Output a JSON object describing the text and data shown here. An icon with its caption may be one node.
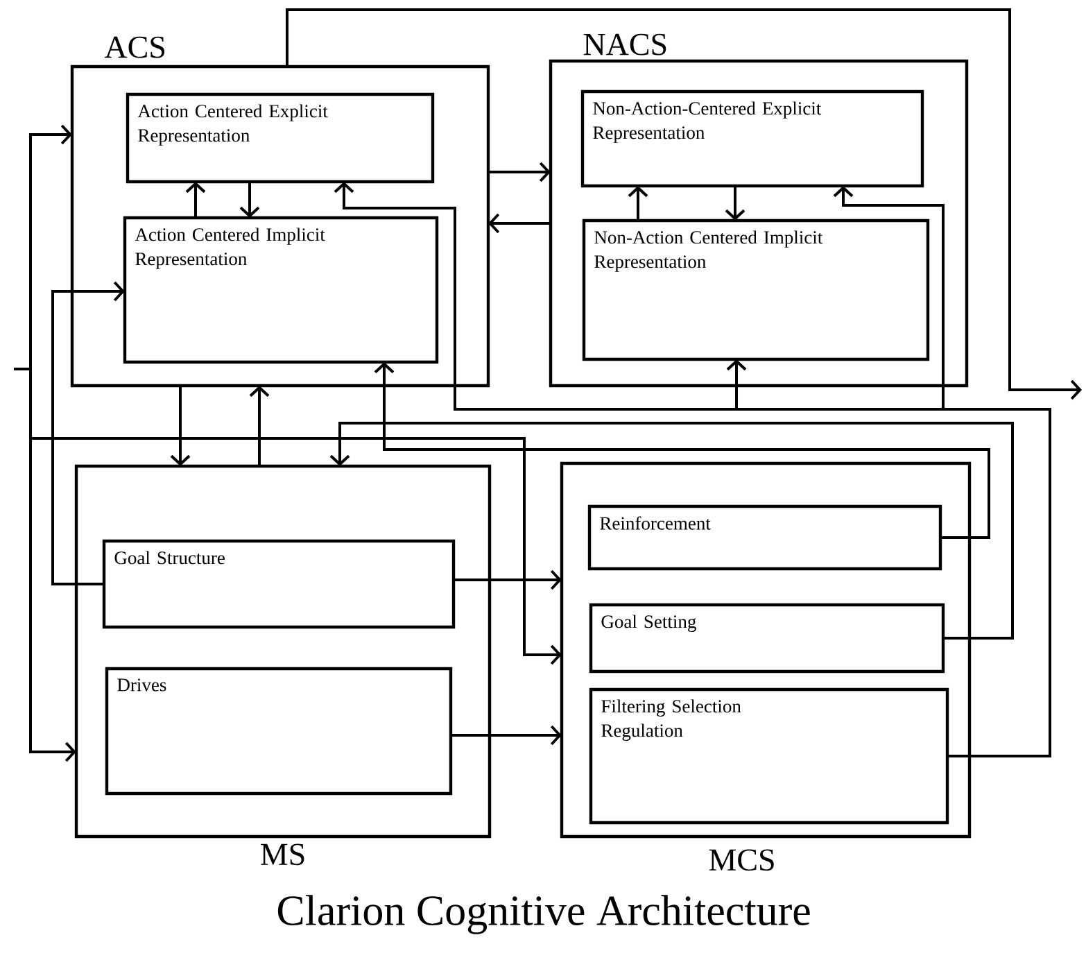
{
  "diagram": {
    "title": "Clarion Cognitive Architecture",
    "nodes": [
      {
        "text": [
          "ACS"
        ]
      },
      {
        "text": [
          "Action Centered Explicit Representation"
        ],
        "in": 0
      },
      {
        "text": [
          "Action Centered Implicit Representation"
        ],
        "in": 0
      },
      {
        "text": [
          "NACS"
        ]
      },
      {
        "text": [
          "Non-Action-Centered Explicit Representation"
        ],
        "in": 3
      },
      {
        "text": [
          "Non-Action Centered Implicit Representation"
        ],
        "in": 3
      },
      {
        "text": [
          "MS"
        ]
      },
      {
        "text": [
          "Goal Structure"
        ],
        "in": 6
      },
      {
        "text": [
          "Drives"
        ],
        "in": 6
      },
      {
        "text": [
          "MCS"
        ]
      },
      {
        "text": [
          "Reinforcement"
        ],
        "in": 9
      },
      {
        "text": [
          "Goal Setting"
        ],
        "in": 9
      },
      {
        "text": [
          "Filtering Selection Regulation"
        ],
        "in": 9
      }
    ],
    "edges": [
      {
        "from": 0,
        "to": null,
        "arrow": "to"
      },
      {
        "from": null,
        "to": 0,
        "arrow": "to"
      },
      {
        "from": null,
        "to": 6,
        "arrow": "to"
      },
      {
        "from": null,
        "to": 9,
        "arrow": "to"
      },
      {
        "from": 1,
        "to": 2,
        "arrow": "to"
      },
      {
        "from": 2,
        "to": 1,
        "arrow": "to"
      },
      {
        "from": 0,
        "to": 3,
        "arrow": "to"
      },
      {
        "from": 3,
        "to": 0,
        "arrow": "to"
      },
      {
        "from": 4,
        "to": 5,
        "arrow": "to"
      },
      {
        "from": 5,
        "to": 4,
        "arrow": "to"
      },
      {
        "from": 0,
        "to": 6,
        "arrow": "to"
      },
      {
        "from": 6,
        "to": 0,
        "arrow": "to"
      },
      {
        "from": 7,
        "to": 2,
        "arrow": "to"
      },
      {
        "from": 7,
        "to": 9,
        "arrow": "to"
      },
      {
        "from": 8,
        "to": 9,
        "arrow": "to"
      },
      {
        "from": 10,
        "to": 2,
        "arrow": "to"
      },
      {
        "from": 11,
        "to": 6,
        "arrow": "to"
      },
      {
        "from": 12,
        "to": 1,
        "arrow": "to"
      },
      {
        "from": 12,
        "to": 4,
        "arrow": "to"
      },
      {
        "from": 12,
        "to": 5,
        "arrow": "to"
      }
    ]
  }
}
